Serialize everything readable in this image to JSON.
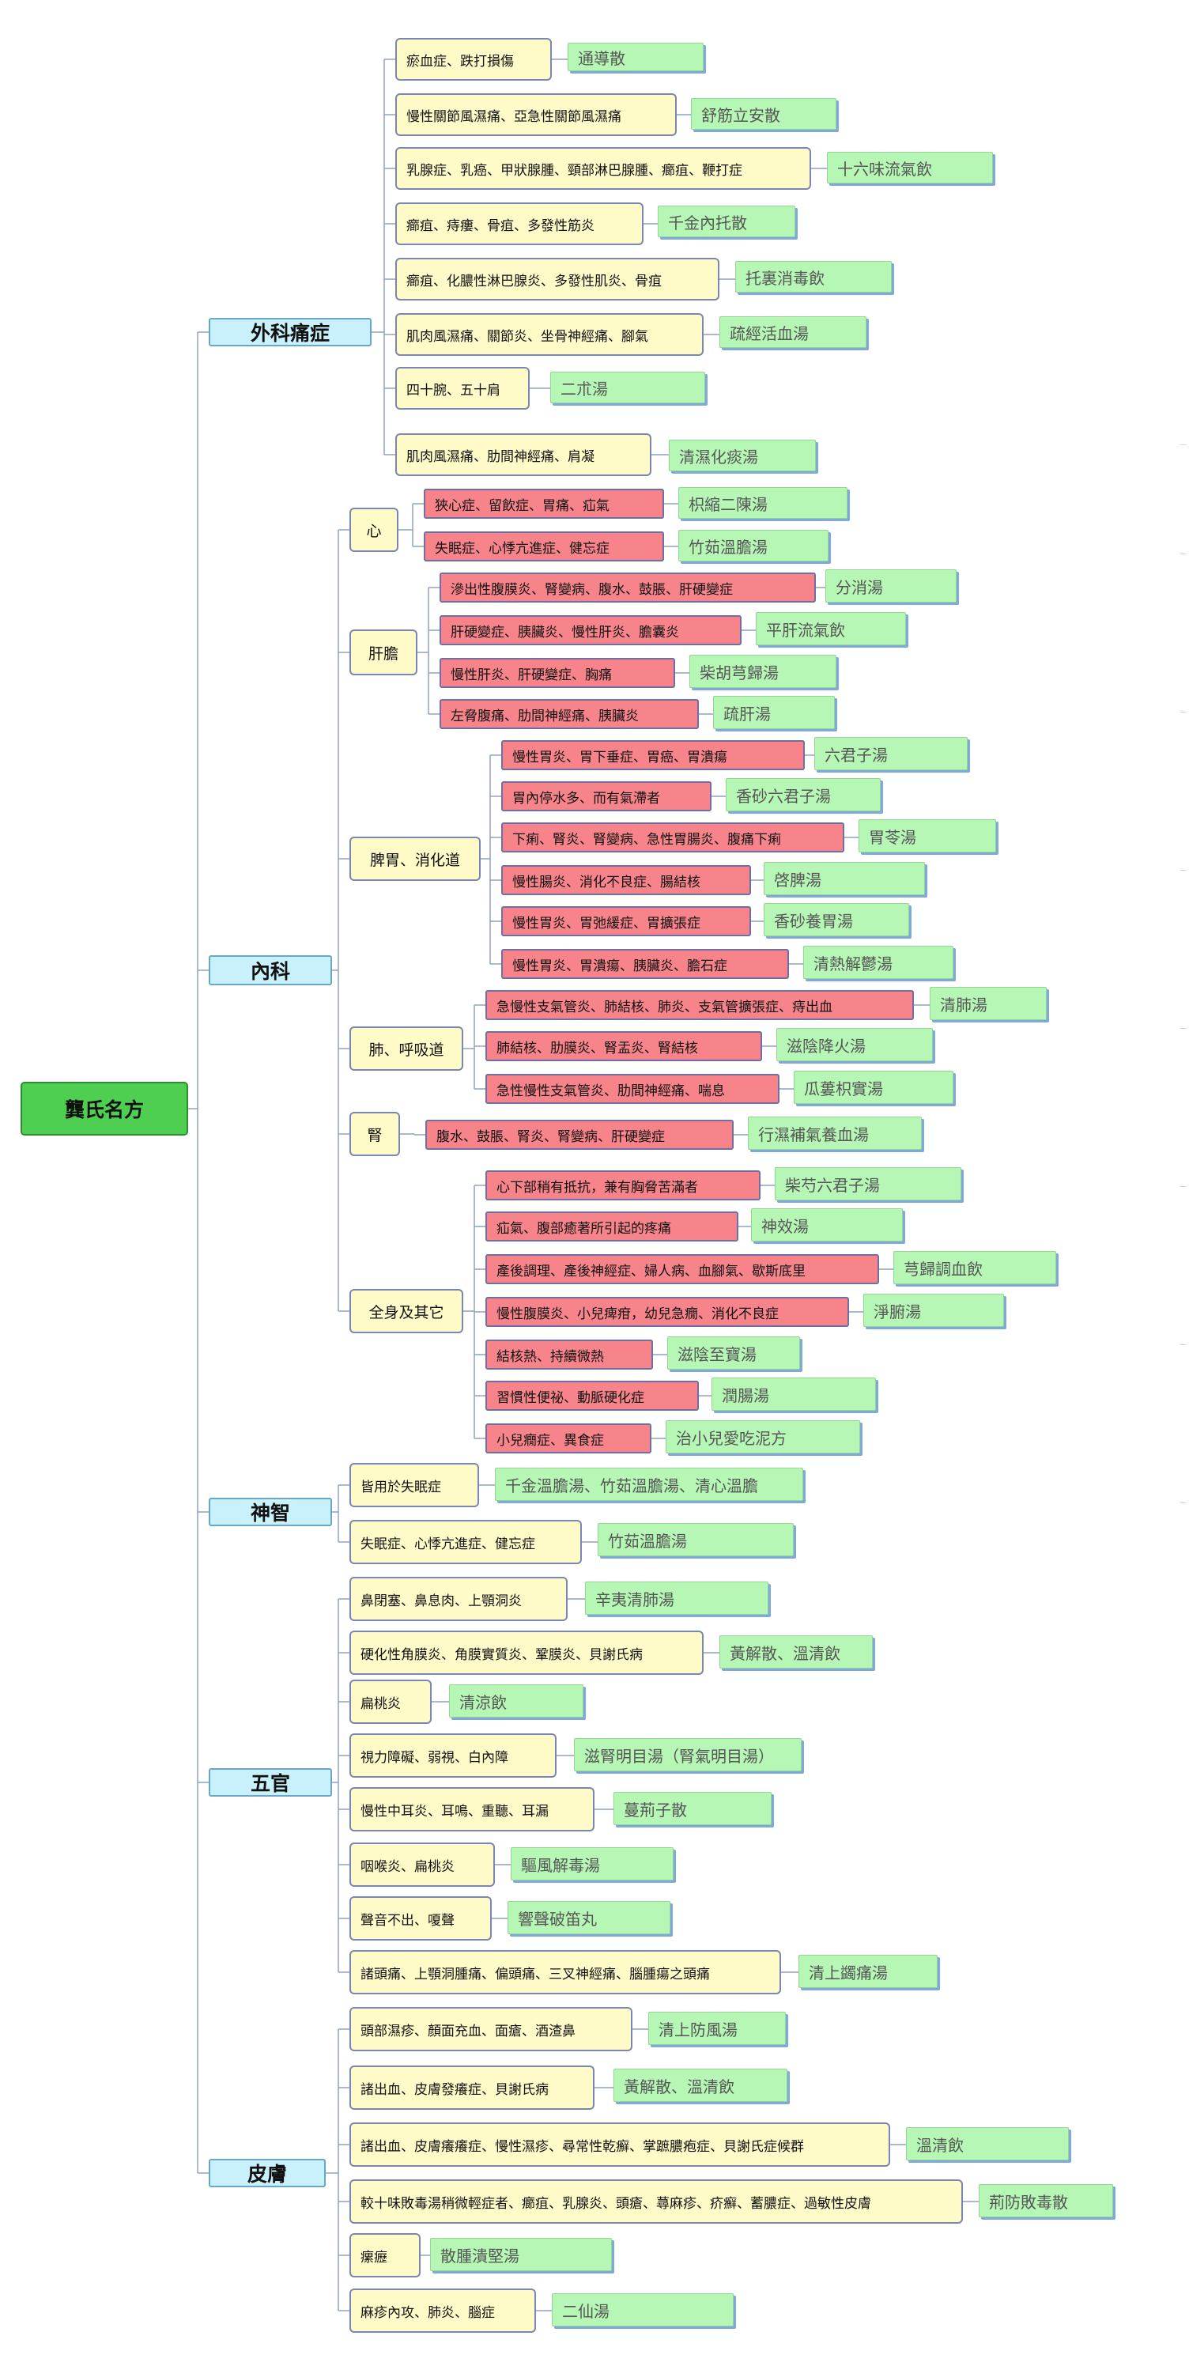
{
  "colors": {
    "root_fill": "#4fcf52",
    "category_fill": "#c8f1fb",
    "yellow_fill": "#fffbc9",
    "red_fill": "#f7838b",
    "formula_fill": "#b6f7b6",
    "connector": "#8da2c0"
  },
  "root": "龔氏名方",
  "categories": [
    {
      "label": "外科痛症",
      "items": [
        {
          "symptom": "瘀血症、跌打損傷",
          "formula": "通導散"
        },
        {
          "symptom": "慢性關節風濕痛、亞急性關節風濕痛",
          "formula": "舒筋立安散"
        },
        {
          "symptom": "乳腺症、乳癌、甲狀腺腫、頸部淋巴腺腫、癤疽、鞭打症",
          "formula": "十六味流氣飲"
        },
        {
          "symptom": "癤疽、痔瘻、骨疽、多發性筋炎",
          "formula": "千金內托散"
        },
        {
          "symptom": "癤疽、化膿性淋巴腺炎、多發性肌炎、骨疽",
          "formula": "托裏消毒飲"
        },
        {
          "symptom": "肌肉風濕痛、關節炎、坐骨神經痛、腳氣",
          "formula": "疏經活血湯"
        },
        {
          "symptom": "四十腕、五十肩",
          "formula": "二朮湯"
        },
        {
          "symptom": "肌肉風濕痛、肋間神經痛、肩凝",
          "formula": "清濕化痰湯"
        }
      ]
    },
    {
      "label": "內科",
      "groups": [
        {
          "label": "心",
          "items": [
            {
              "symptom": "狹心症、留飲症、胃痛、疝氣",
              "formula": "枳縮二陳湯"
            },
            {
              "symptom": "失眠症、心悸亢進症、健忘症",
              "formula": "竹茹溫膽湯"
            }
          ]
        },
        {
          "label": "肝膽",
          "items": [
            {
              "symptom": "滲出性腹膜炎、腎變病、腹水、鼓脹、肝硬變症",
              "formula": "分消湯"
            },
            {
              "symptom": "肝硬變症、胰臟炎、慢性肝炎、膽囊炎",
              "formula": "平肝流氣飲"
            },
            {
              "symptom": "慢性肝炎、肝硬變症、胸痛",
              "formula": "柴胡芎歸湯"
            },
            {
              "symptom": "左脅腹痛、肋間神經痛、胰臟炎",
              "formula": "疏肝湯"
            }
          ]
        },
        {
          "label": "脾胃、消化道",
          "items": [
            {
              "symptom": "慢性胃炎、胃下垂症、胃癌、胃潰瘍",
              "formula": "六君子湯"
            },
            {
              "symptom": "胃內停水多、而有氣滯者",
              "formula": "香砂六君子湯"
            },
            {
              "symptom": "下痢、腎炎、腎變病、急性胃腸炎、腹痛下痢",
              "formula": "胃苓湯"
            },
            {
              "symptom": "慢性腸炎、消化不良症、腸結核",
              "formula": "啓脾湯"
            },
            {
              "symptom": "慢性胃炎、胃弛緩症、胃擴張症",
              "formula": "香砂養胃湯"
            },
            {
              "symptom": "慢性胃炎、胃潰瘍、胰臟炎、膽石症",
              "formula": "清熱解鬱湯"
            }
          ]
        },
        {
          "label": "肺、呼吸道",
          "items": [
            {
              "symptom": "急慢性支氣管炎、肺結核、肺炎、支氣管擴張症、痔出血",
              "formula": "清肺湯"
            },
            {
              "symptom": "肺結核、肋膜炎、腎盂炎、腎結核",
              "formula": "滋陰降火湯"
            },
            {
              "symptom": "急性慢性支氣管炎、肋間神經痛、喘息",
              "formula": "瓜蔞枳實湯"
            }
          ]
        },
        {
          "label": "腎",
          "items": [
            {
              "symptom": "腹水、鼓脹、腎炎、腎變病、肝硬變症",
              "formula": "行濕補氣養血湯"
            }
          ]
        },
        {
          "label": "全身及其它",
          "items": [
            {
              "symptom": "心下部稍有抵抗，兼有胸脅苦滿者",
              "formula": "柴芍六君子湯"
            },
            {
              "symptom": "疝氣、腹部癒著所引起的疼痛",
              "formula": "神效湯"
            },
            {
              "symptom": "產後調理、產後神經症、婦人病、血腳氣、歇斯底里",
              "formula": "芎歸調血飲"
            },
            {
              "symptom": "慢性腹膜炎、小兒痺疳，幼兒急癇、消化不良症",
              "formula": "淨腑湯"
            },
            {
              "symptom": "結核熱、持續微熱",
              "formula": "滋陰至寶湯"
            },
            {
              "symptom": "習慣性便祕、動脈硬化症",
              "formula": "潤腸湯"
            },
            {
              "symptom": "小兒癇症、異食症",
              "formula": "治小兒愛吃泥方"
            }
          ]
        }
      ]
    },
    {
      "label": "神智",
      "items": [
        {
          "symptom": "皆用於失眠症",
          "formula": "千金溫膽湯、竹茹溫膽湯、清心溫膽"
        },
        {
          "symptom": "失眠症、心悸亢進症、健忘症",
          "formula": "竹茹溫膽湯"
        }
      ]
    },
    {
      "label": "五官",
      "items": [
        {
          "symptom": "鼻閉塞、鼻息肉、上顎洞炎",
          "formula": "辛夷清肺湯"
        },
        {
          "symptom": "硬化性角膜炎、角膜實質炎、鞏膜炎、貝謝氏病",
          "formula": "黃解散、溫清飲"
        },
        {
          "symptom": "扁桃炎",
          "formula": "清涼飲"
        },
        {
          "symptom": "視力障礙、弱視、白內障",
          "formula": "滋腎明目湯（腎氣明目湯）"
        },
        {
          "symptom": "慢性中耳炎、耳鳴、重聽、耳漏",
          "formula": "蔓荊子散"
        },
        {
          "symptom": "咽喉炎、扁桃炎",
          "formula": "驅風解毒湯"
        },
        {
          "symptom": "聲音不出、嗄聲",
          "formula": "響聲破笛丸"
        },
        {
          "symptom": "諸頭痛、上顎洞腫痛、偏頭痛、三叉神經痛、腦腫瘍之頭痛",
          "formula": "清上蠲痛湯"
        }
      ]
    },
    {
      "label": "皮膚",
      "items": [
        {
          "symptom": "頭部濕疹、顏面充血、面瘡、酒渣鼻",
          "formula": "清上防風湯"
        },
        {
          "symptom": "諸出血、皮膚發癢症、貝謝氏病",
          "formula": "黃解散、溫清飲"
        },
        {
          "symptom": "諸出血、皮膚癢癢症、慢性濕疹、尋常性乾癬、掌蹠膿疱症、貝謝氏症候群",
          "formula": "溫清飲"
        },
        {
          "symptom": "較十味敗毒湯稍微輕症者、癤疽、乳腺炎、頭瘡、蕁麻疹、疥癬、蓄膿症、過敏性皮膚",
          "formula": "荊防敗毒散"
        },
        {
          "symptom": "瘰癧",
          "formula": "散腫潰堅湯"
        },
        {
          "symptom": "麻疹內攻、肺炎、腦症",
          "formula": "二仙湯"
        }
      ]
    }
  ]
}
